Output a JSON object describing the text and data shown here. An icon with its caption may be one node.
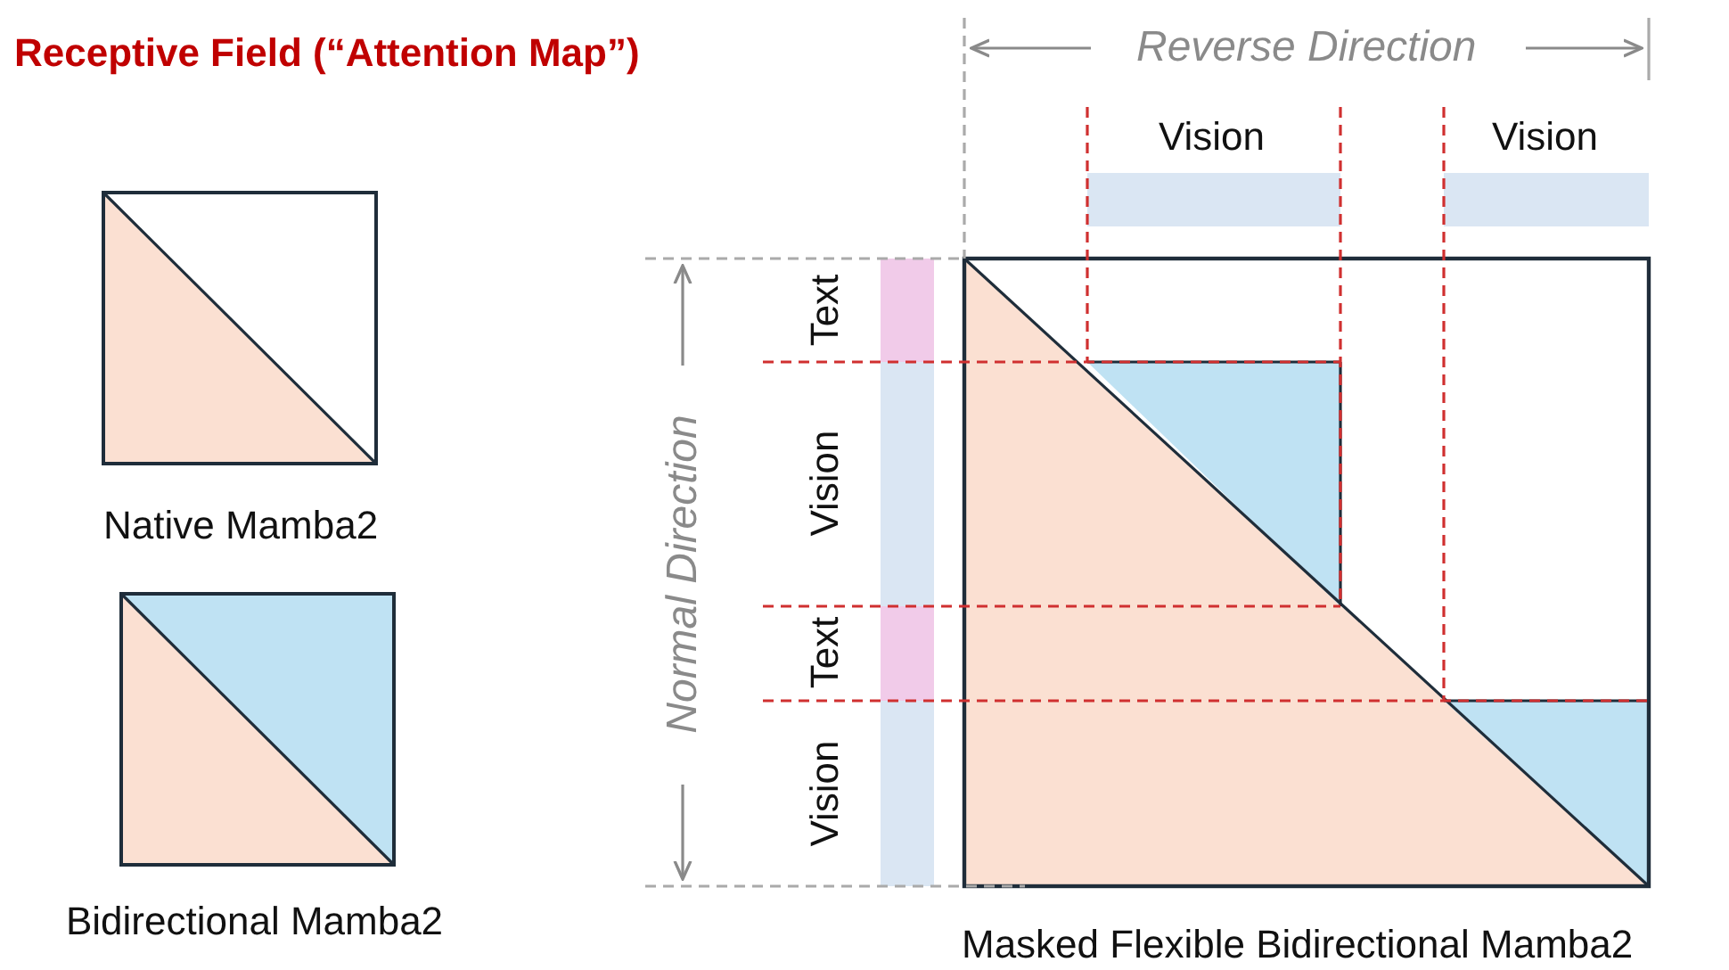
{
  "diagram": {
    "title": "Receptive Field (“Attention Map”)",
    "labels": [
      "Reverse Direction",
      "Vision",
      "Vision",
      "Native Mamba2",
      "Bidirectional Mamba2",
      "Normal Direction",
      "Text",
      "Vision",
      "Text",
      "Vision",
      "Masked Flexible Bidirectional Mamba2"
    ]
  }
}
